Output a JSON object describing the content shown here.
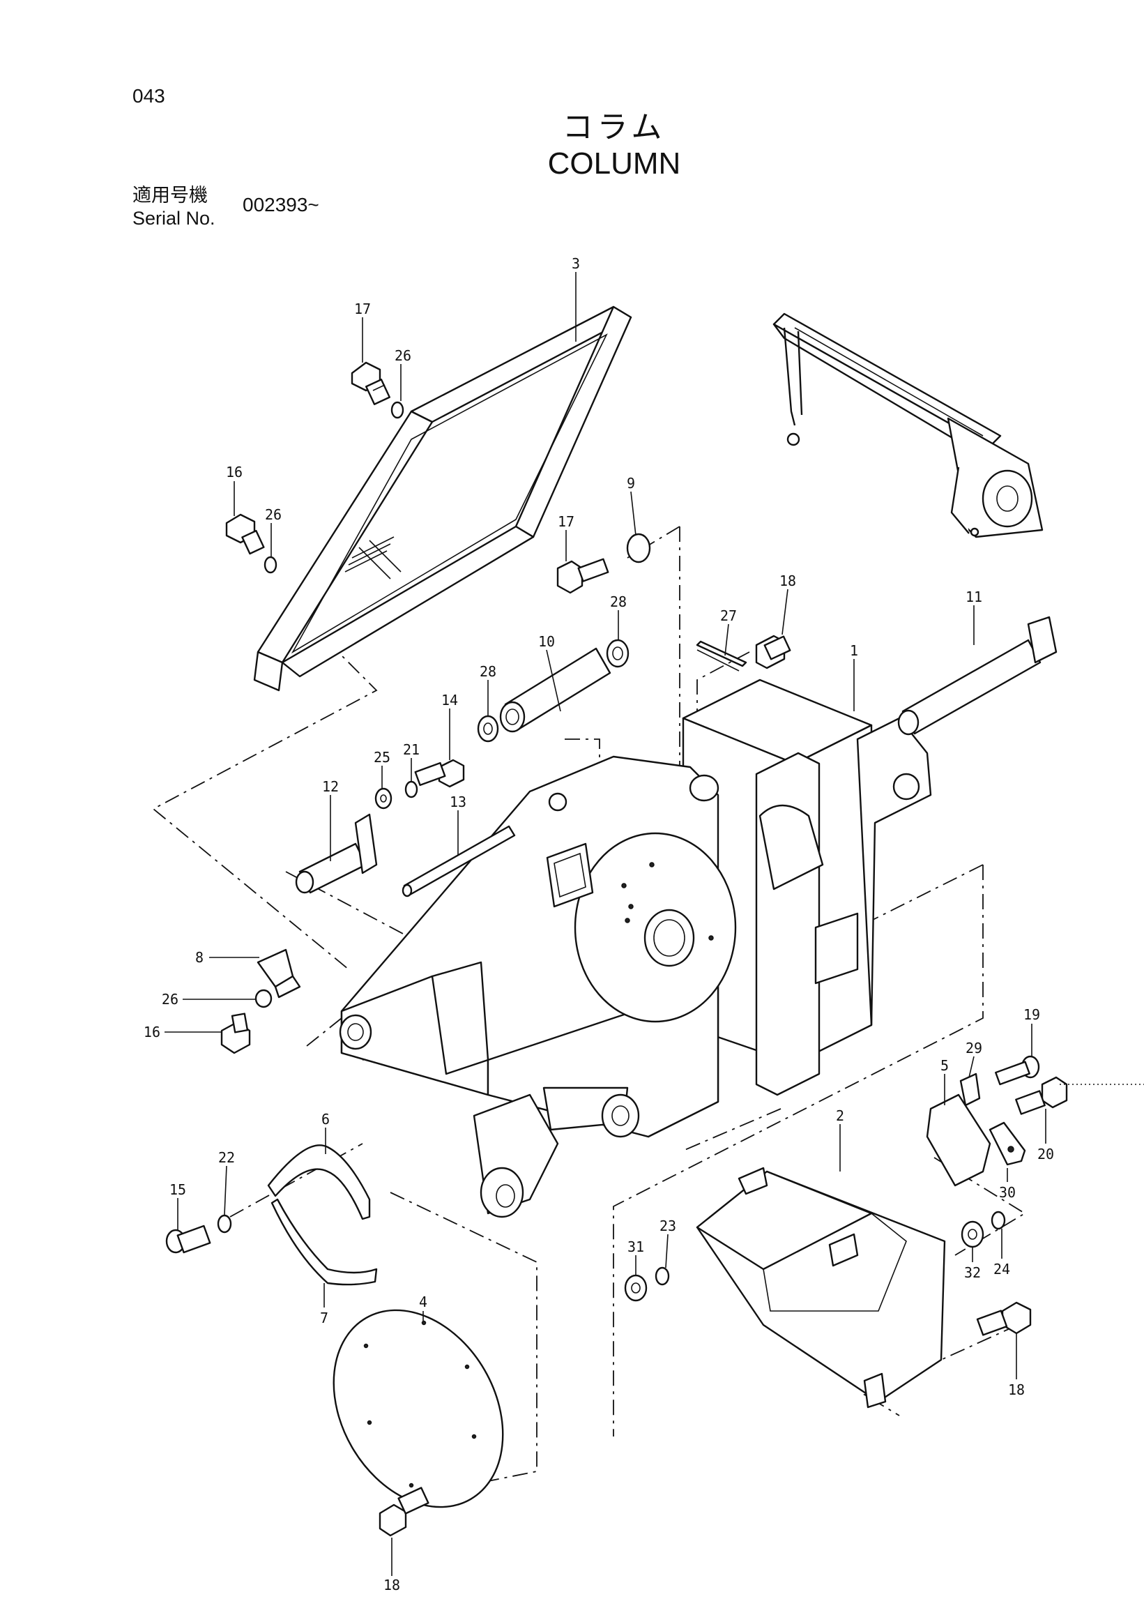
{
  "header": {
    "page_number": "043",
    "title_jp": "コラム",
    "title_en": "COLUMN",
    "serial_label_jp": "適用号機",
    "serial_label_en": "Serial No.",
    "serial_value": "002393~"
  },
  "callouts": {
    "c1": "1",
    "c2": "2",
    "c3": "3",
    "c4": "4",
    "c5": "5",
    "c6": "6",
    "c7": "7",
    "c8": "8",
    "c9": "9",
    "c10": "10",
    "c11": "11",
    "c12": "12",
    "c13": "13",
    "c14": "14",
    "c15": "15",
    "c16a": "16",
    "c16b": "16",
    "c17a": "17",
    "c17b": "17",
    "c18a": "18",
    "c18b": "18",
    "c18c": "18",
    "c19": "19",
    "c20": "20",
    "c21": "21",
    "c22": "22",
    "c23": "23",
    "c24": "24",
    "c25": "25",
    "c26a": "26",
    "c26b": "26",
    "c26c": "26",
    "c27": "27",
    "c28a": "28",
    "c28b": "28",
    "c29": "29",
    "c30": "30",
    "c31": "31",
    "c32": "32"
  }
}
